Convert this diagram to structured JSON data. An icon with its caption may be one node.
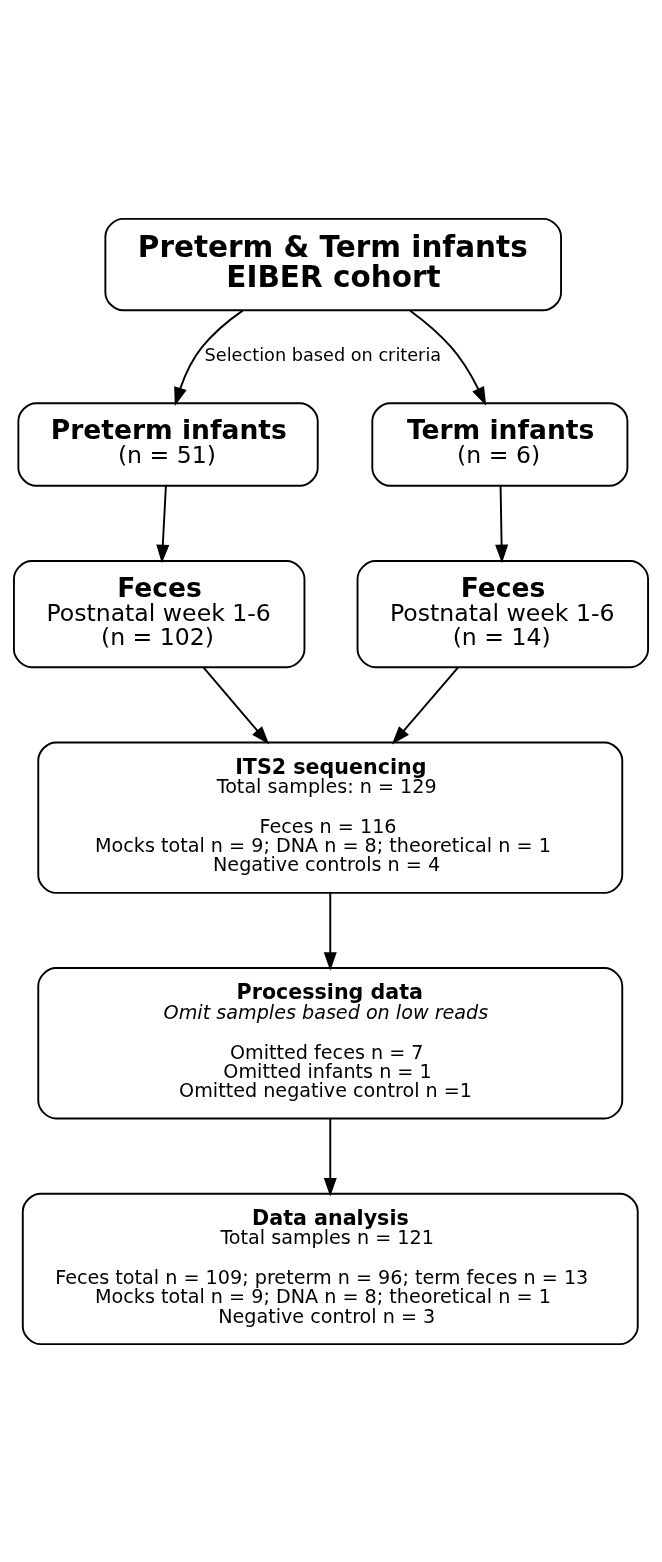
{
  "diagram": {
    "nodes": [
      {
        "text": [
          "Preterm & Term infants EIBER cohort"
        ]
      },
      {
        "text": [
          "Preterm infants",
          "(n = 51)"
        ]
      },
      {
        "text": [
          "Term infants",
          "(n = 6)"
        ]
      },
      {
        "text": [
          "Feces",
          "Postnatal week 1-6",
          "(n = 102)"
        ]
      },
      {
        "text": [
          "Feces",
          "Postnatal week 1-6",
          "(n = 14)"
        ]
      },
      {
        "text": [
          "ITS2 sequencing",
          "Total samples: n = 129",
          "Feces n = 116",
          "Mocks total n = 9; DNA n = 8; theoretical n = 1",
          "Negative controls n = 4"
        ]
      },
      {
        "text": [
          "Processing data",
          "Omit samples based on low reads",
          "Omitted feces n = 7",
          "Omitted infants n = 1",
          "Omitted negative control n =1"
        ]
      },
      {
        "text": [
          "Data analysis",
          "Total samples n = 121",
          "Feces total n = 109; preterm n = 96; term feces n = 13",
          "Mocks total n = 9; DNA n = 8; theoretical n = 1",
          "Negative control n = 3"
        ]
      }
    ],
    "edges": [
      {
        "from": 0,
        "to": 1,
        "arrow": "to",
        "label": "Selection based on criteria"
      },
      {
        "from": 0,
        "to": 2,
        "arrow": "to"
      },
      {
        "from": 1,
        "to": 3,
        "arrow": "to"
      },
      {
        "from": 2,
        "to": 4,
        "arrow": "to"
      },
      {
        "from": 3,
        "to": 5,
        "arrow": "to"
      },
      {
        "from": 4,
        "to": 5,
        "arrow": "to"
      },
      {
        "from": 5,
        "to": 6,
        "arrow": "to"
      },
      {
        "from": 6,
        "to": 7,
        "arrow": "to"
      }
    ]
  }
}
